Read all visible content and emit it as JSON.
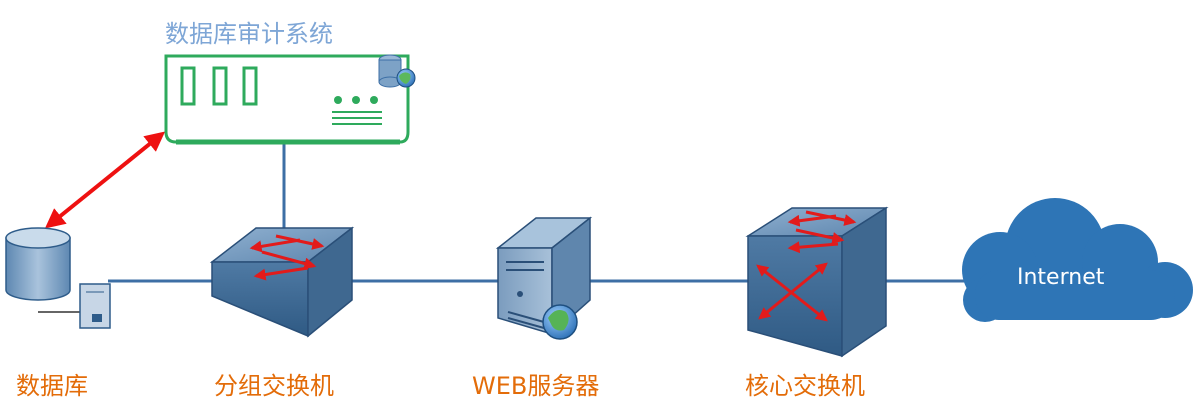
{
  "audit_system": {
    "title": "数据库审计系统"
  },
  "nodes": {
    "database": "数据库",
    "distribution_switch": "分组交换机",
    "web_server": "WEB服务器",
    "core_switch": "核心交换机"
  },
  "cloud": {
    "label": "Internet"
  },
  "colors": {
    "link": "#3d6fa5",
    "audit_frame": "#2eaa5c",
    "mirror_arrow": "#ee1111",
    "switch_body": "#5b88b3",
    "cloud": "#2e75b6",
    "label": "#e36c09",
    "title": "#7ea6d6"
  },
  "icons": [
    "database-icon",
    "switch-icon",
    "server-icon",
    "globe-icon",
    "cloud-icon",
    "audit-appliance-icon"
  ]
}
